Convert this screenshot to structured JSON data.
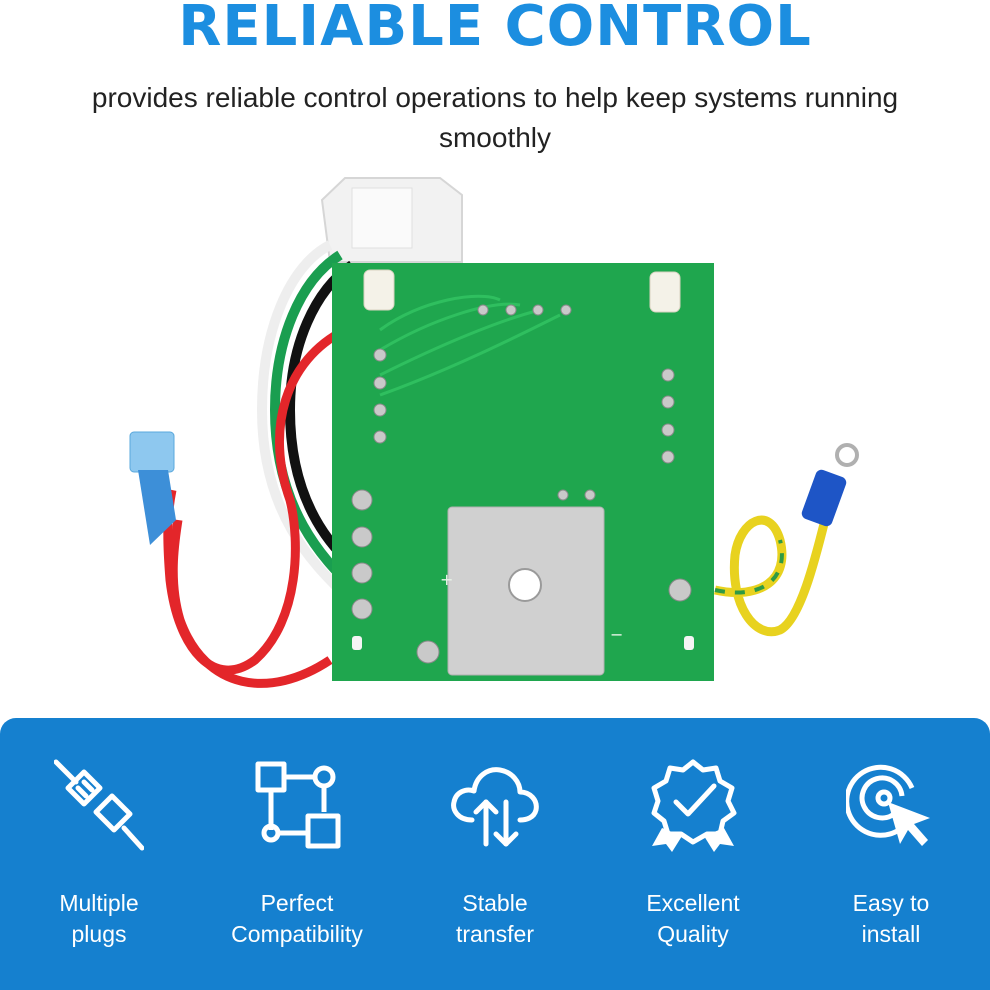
{
  "header": {
    "title": "RELIABLE CONTROL",
    "subtitle": "provides reliable control operations to help keep systems running smoothly"
  },
  "product": {
    "image_name": "circuit-board-photo"
  },
  "features": [
    {
      "icon": "plug-icon",
      "line1": "Multiple",
      "line2": "plugs"
    },
    {
      "icon": "flowchart-icon",
      "line1": "Perfect",
      "line2": "Compatibility"
    },
    {
      "icon": "cloud-transfer-icon",
      "line1": "Stable",
      "line2": "transfer"
    },
    {
      "icon": "quality-badge-icon",
      "line1": "Excellent",
      "line2": "Quality"
    },
    {
      "icon": "target-cursor-icon",
      "line1": "Easy to",
      "line2": "install"
    }
  ],
  "colors": {
    "accent": "#1c8ee0",
    "panel": "#1580cf",
    "board": "#1fa64e"
  }
}
